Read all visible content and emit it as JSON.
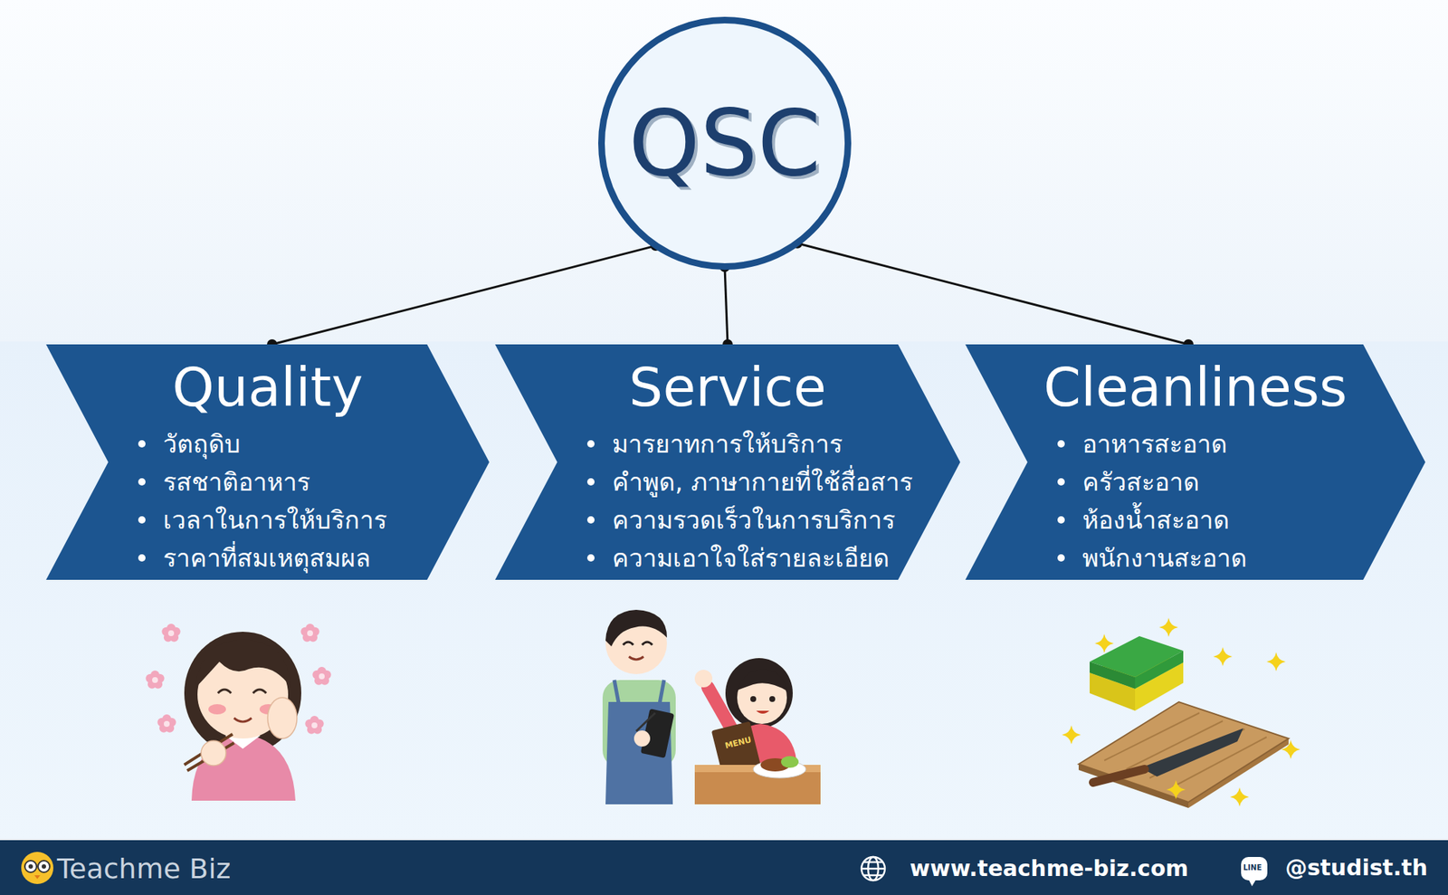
{
  "diagram": {
    "nodes": [
      {
        "text": [
          "QSC"
        ]
      },
      {
        "text": [
          "Quality",
          "วัตถุดิบ",
          "รสชาติอาหาร",
          "เวลาในการให้บริการ",
          "ราคาที่สมเหตุสมผล"
        ]
      },
      {
        "text": [
          "Service",
          "มารยาทการให้บริการ",
          "คำพูด, ภาษากายที่ใช้สื่อสาร",
          "ความรวดเร็วในการบริการ",
          "ความเอาใจใส่รายละเอียด"
        ]
      },
      {
        "text": [
          "Cleanliness",
          "อาหารสะอาด",
          "ครัวสะอาด",
          "ห้องน้ำสะอาด",
          "พนักงานสะอาด"
        ]
      }
    ],
    "edges": [
      {
        "from": 0,
        "to": 1,
        "arrow": "none"
      },
      {
        "from": 0,
        "to": 2,
        "arrow": "none"
      },
      {
        "from": 0,
        "to": 3,
        "arrow": "none"
      }
    ],
    "labels": [
      "MENU",
      "Teachme Biz",
      "www.teachme-biz.com",
      "LINE",
      "@studist.th"
    ]
  }
}
